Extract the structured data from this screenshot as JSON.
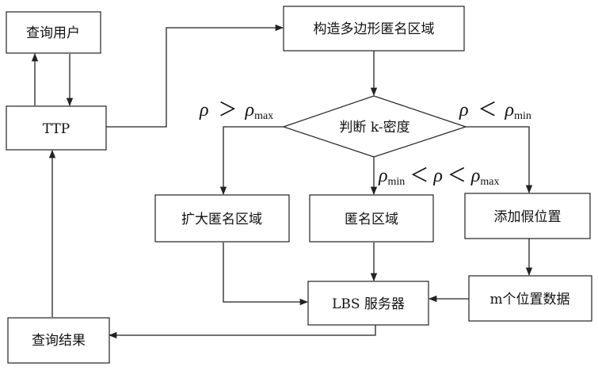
{
  "nodes": {
    "query_user": "查询用户",
    "ttp": "TTP",
    "construct_polygon": "构造多边形匿名区域",
    "judge_k_density": "判断 k-密度",
    "expand_region": "扩大匿名区域",
    "anon_region": "匿名区域",
    "add_fake_location": "添加假位置",
    "m_location_data": "m个位置数据",
    "lbs_server": "LBS 服务器",
    "query_result": "查询结果"
  },
  "conditions": {
    "greater": {
      "rho": "ρ",
      "op": "＞",
      "rho2": "ρ",
      "sub": "max"
    },
    "less": {
      "rho": "ρ",
      "op": "＜",
      "rho2": "ρ",
      "sub": "min"
    },
    "between": {
      "rho_a": "ρ",
      "sub_a": "min",
      "op1": "＜",
      "rho": "ρ",
      "op2": "＜",
      "rho_b": "ρ",
      "sub_b": "max"
    }
  }
}
